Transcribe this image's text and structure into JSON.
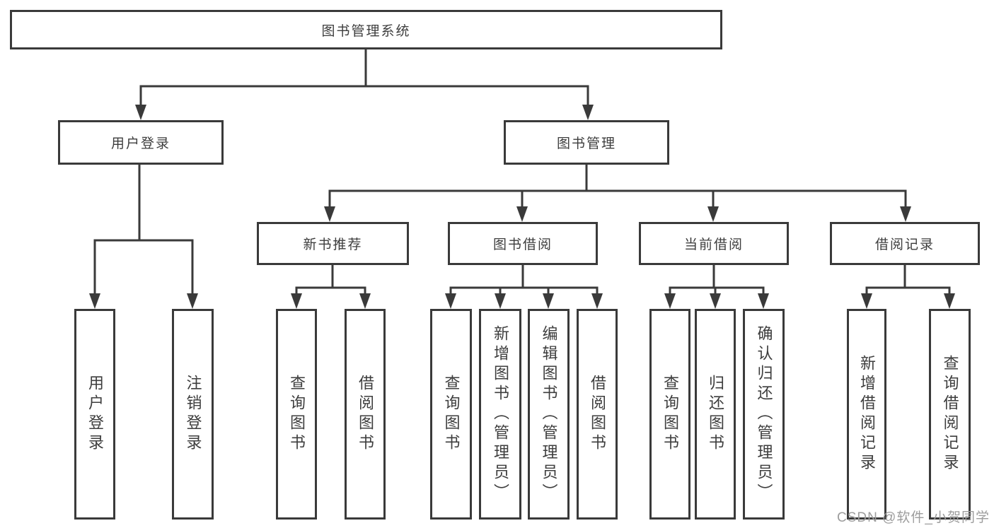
{
  "diagram": {
    "root": {
      "label": "图书管理系统"
    },
    "branches": [
      {
        "label": "用户登录",
        "children": [
          {
            "label": "用户登录"
          },
          {
            "label": "注销登录"
          }
        ]
      },
      {
        "label": "图书管理",
        "children": [
          {
            "label": "新书推荐",
            "children": [
              {
                "label": "查询图书"
              },
              {
                "label": "借阅图书"
              }
            ]
          },
          {
            "label": "图书借阅",
            "children": [
              {
                "label": "查询图书"
              },
              {
                "label": "新增图书（管理员）"
              },
              {
                "label": "编辑图书（管理员）"
              },
              {
                "label": "借阅图书"
              }
            ]
          },
          {
            "label": "当前借阅",
            "children": [
              {
                "label": "查询图书"
              },
              {
                "label": "归还图书"
              },
              {
                "label": "确认归还（管理员）"
              }
            ]
          },
          {
            "label": "借阅记录",
            "children": [
              {
                "label": "新增借阅记录"
              },
              {
                "label": "查询借阅记录"
              }
            ]
          }
        ]
      }
    ],
    "line_color": "#3a3a3a",
    "box_border_color": "#3a3a3a",
    "text_color": "#3d3d3d",
    "background_color": "#ffffff"
  },
  "watermark": {
    "text": "CSDN @软件_小贺同学",
    "color": "#9d9d9d"
  }
}
